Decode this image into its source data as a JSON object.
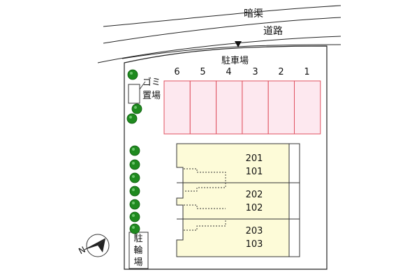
{
  "labels": {
    "canal": "暗渠",
    "road": "道路",
    "parking": "駐車場"
  },
  "parking_spaces": [
    "6",
    "5",
    "4",
    "3",
    "2",
    "1"
  ],
  "garbage": {
    "line1": "ゴミ",
    "line2": "置場"
  },
  "bicycle_parking": {
    "chars": [
      "駐",
      "輪",
      "場"
    ]
  },
  "units": [
    {
      "upper": "201",
      "lower": "101"
    },
    {
      "upper": "202",
      "lower": "102"
    },
    {
      "upper": "203",
      "lower": "103"
    }
  ],
  "compass": {
    "label": "N"
  },
  "colors": {
    "parking_fill": "#fde8ef",
    "parking_stroke": "#e0505f",
    "building_fill": "#fdfbd8",
    "tree": "#1f8a1f"
  }
}
